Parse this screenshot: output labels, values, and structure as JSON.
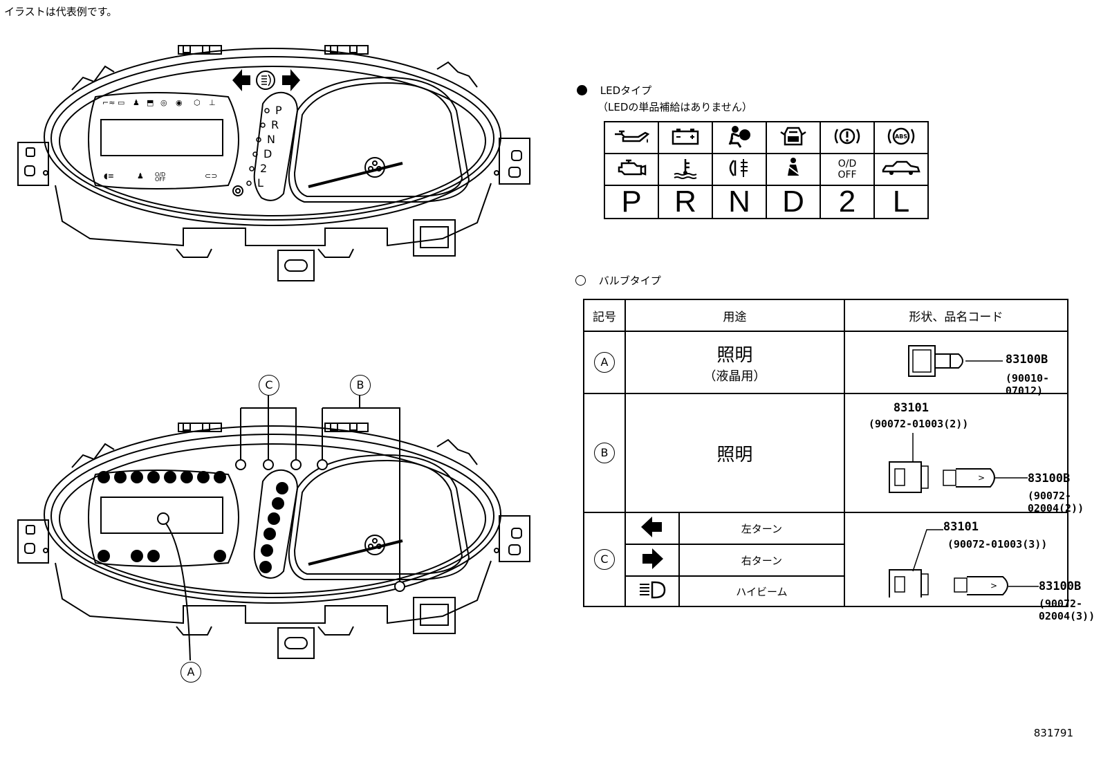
{
  "note": "イラストは代表例です。",
  "diagram_code": "831791",
  "led_section": {
    "title": "LEDタイプ",
    "subtitle": "（LEDの単品補給はありません）",
    "icon_row1": [
      "oil-pressure-icon",
      "battery-icon",
      "airbag-icon",
      "door-open-icon",
      "brake-warning-icon",
      "abs-icon"
    ],
    "icon_row2": [
      "check-engine-icon",
      "coolant-temp-icon",
      "fog-lamp-icon",
      "seatbelt-icon",
      "od-off-icon",
      "car-icon"
    ],
    "od_off_text": "O/D\nOFF",
    "abs_text": "ABS",
    "gears": [
      "P",
      "R",
      "N",
      "D",
      "2",
      "L"
    ]
  },
  "bulb_section": {
    "title": "バルブタイプ",
    "headers": {
      "symbol": "記号",
      "use": "用途",
      "shape": "形状、品名コード"
    },
    "row_a": {
      "symbol": "A",
      "use": "照明",
      "use_sub": "（液晶用）",
      "part": "83100B",
      "part_sub": "(90010-07012)"
    },
    "row_b": {
      "symbol": "B",
      "use": "照明",
      "socket": "83101",
      "socket_sub": "(90072-01003(2))",
      "part": "83100B",
      "part_sub": "(90072-02004(2))"
    },
    "row_c": {
      "symbol": "C",
      "left_turn": "左ターン",
      "right_turn": "右ターン",
      "high_beam": "ハイビーム",
      "socket": "83101",
      "socket_sub": "(90072-01003(3))",
      "part": "83100B",
      "part_sub": "(90072-02004(3))"
    }
  },
  "cluster": {
    "gear_letters": [
      "P",
      "R",
      "N",
      "D",
      "2",
      "L"
    ],
    "od_small": "O/D\nOFF",
    "callouts": {
      "a": "A",
      "b": "B",
      "c": "C"
    }
  }
}
